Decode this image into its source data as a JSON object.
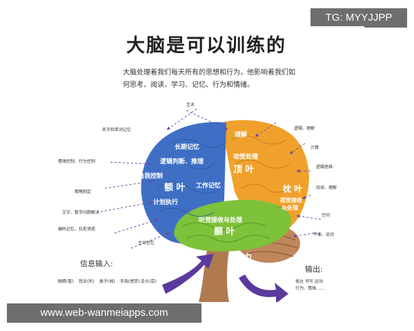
{
  "watermark_top": "TG: MYYJJPP",
  "watermark_bottom": "www.web-wanmeiapps.com",
  "title": "大脑是可以训练的",
  "intro": {
    "line1": "大脑处理着我们每天所有的思想和行为，他影响着我们如",
    "line2": "何思考、阅读、学习、记忆、行为和情绪。"
  },
  "regions": [
    {
      "id": "frontal",
      "name": "额 叶",
      "color": "#3e6fc4",
      "functions": [
        "长期记忆",
        "逻辑判断、推理",
        "自我控制",
        "工作记忆",
        "计划执行"
      ]
    },
    {
      "id": "parietal",
      "name": "顶 叶",
      "color": "#f0a12c",
      "functions": [
        "理解",
        "动觉处理"
      ]
    },
    {
      "id": "occipital",
      "name": "枕 叶",
      "color": "#f0a12c",
      "functions": [
        "视觉接收",
        "与处理"
      ]
    },
    {
      "id": "temporal",
      "name": "颞 叶",
      "color": "#7ec13a",
      "functions": [
        "听觉接收与处理"
      ]
    },
    {
      "id": "brainstem",
      "name": "注意力",
      "color": "#c58a5c",
      "functions": []
    }
  ],
  "outer_labels": {
    "top": "艺术",
    "left": [
      "名字和单词记忆",
      "情绪控制、行为控制",
      "策略制定",
      "文字、数学问题解决",
      "编码记忆、抗拒诱惑",
      "主动记忆"
    ],
    "right": [
      "逻辑、理解",
      "计算",
      "逻辑思维",
      "阅读、理解",
      "空间",
      "平衡、运动"
    ]
  },
  "input": {
    "label": "信息输入:",
    "items": [
      "眼睛(看)",
      "耳朵(听)",
      "鼻子(闻)",
      "手指(感觉)",
      "舌头(尝)"
    ]
  },
  "output": {
    "label": "输出:",
    "lines": [
      "表达 书写 运动",
      "行为、情绪……"
    ]
  },
  "colors": {
    "frontal": "#3e6fc4",
    "parietal_occipital": "#f0a12c",
    "temporal": "#7ec13a",
    "cerebellum": "#c0865c",
    "arrows": "#5b3a9e",
    "dashed": "#6a4aa6"
  }
}
